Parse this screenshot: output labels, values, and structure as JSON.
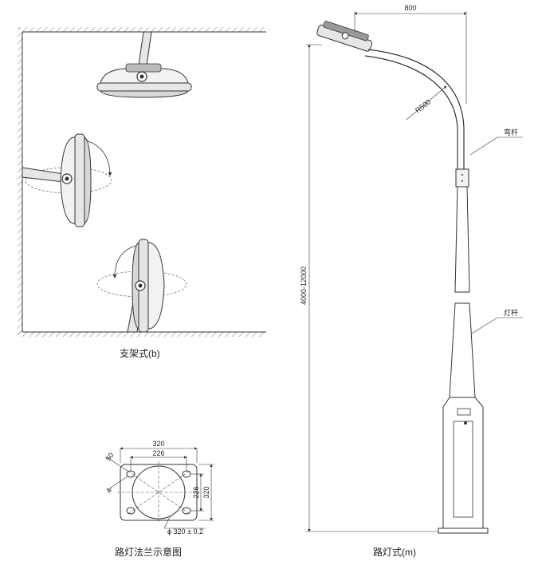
{
  "captions": {
    "bracket_mount": "支架式(b)",
    "flange_diagram": "路灯法兰示意图",
    "street_light": "路灯式(m)"
  },
  "street_light": {
    "arm_reach": "800",
    "bend_radius": "R500",
    "height_range": "4000-12000",
    "curved_arm_label": "弯杆",
    "pole_label": "灯杆"
  },
  "flange": {
    "outer_width": "320",
    "bolt_spacing_top": "226",
    "bolt_spacing_side": "226",
    "outer_height": "320",
    "edge_offset": "50",
    "hole_size": "4-",
    "circle_diameter": "ϕ 320 ± 0.2"
  },
  "colors": {
    "line": "#333333",
    "hatch": "#555555",
    "fixture_fill": "#e6e6e6",
    "dark": "#222222"
  }
}
